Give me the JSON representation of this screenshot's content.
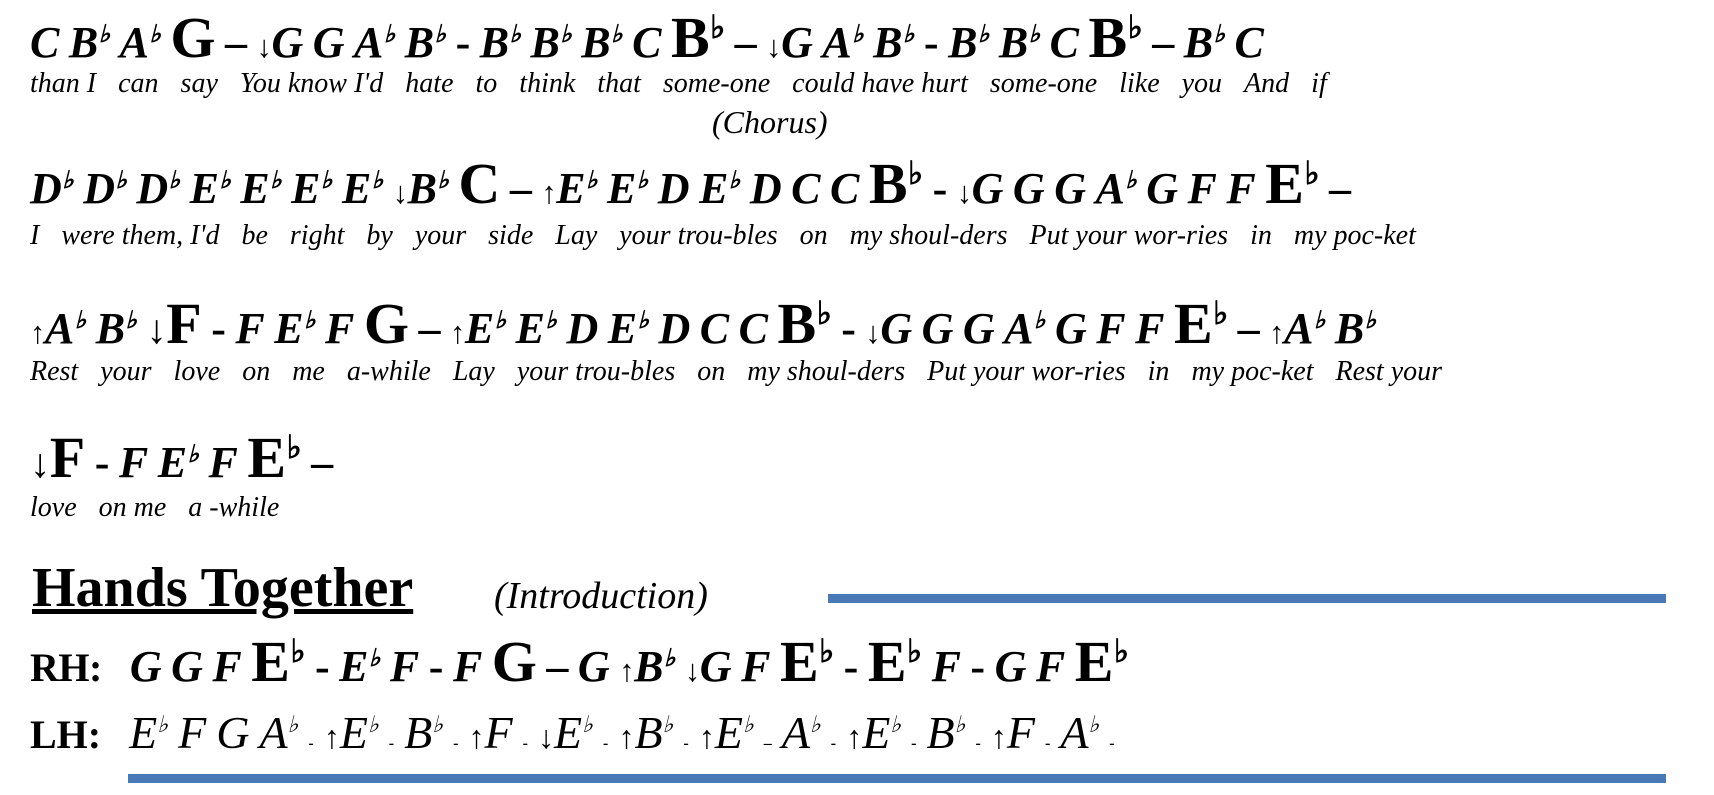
{
  "rows": [
    {
      "notes": [
        "C",
        "B♭",
        "A♭",
        "G",
        "–",
        "↓G",
        "G",
        "A♭",
        "B♭",
        "-",
        "B♭",
        "B♭",
        "B♭",
        "C",
        "B♭",
        "–",
        "↓G",
        "A♭",
        "B♭",
        "-",
        "B♭",
        "B♭",
        "C",
        "B♭",
        "–",
        "B♭",
        "C"
      ],
      "lyrics": [
        "than I",
        "can",
        "say",
        "You know I'd",
        "hate",
        "to",
        "think",
        "that",
        "some-one",
        "could have hurt",
        "some-one",
        "like",
        "you",
        "And",
        "if"
      ]
    },
    {
      "notes": [
        "D♭",
        "D♭",
        "D♭",
        "E♭",
        "E♭",
        "E♭",
        "E♭",
        "↓B♭",
        "C",
        "–",
        "↑E♭",
        "E♭",
        "D",
        "E♭",
        "D",
        "C",
        "C",
        "B♭",
        "-",
        "↓G",
        "G",
        "G",
        "A♭",
        "G",
        "F",
        "F",
        "E♭",
        "–"
      ],
      "lyrics": [
        "I",
        "were them, I'd",
        "be",
        "right",
        "by",
        "your",
        "side",
        "Lay",
        "your trou-bles",
        "on",
        "my shoul-ders",
        "Put your wor-ries",
        "in",
        "my poc-ket"
      ]
    },
    {
      "notes": [
        "↑A♭",
        "B♭",
        "↓F",
        "-",
        "F",
        "E♭",
        "F",
        "G",
        "–",
        "↑E♭",
        "E♭",
        "D",
        "E♭",
        "D",
        "C",
        "C",
        "B♭",
        "-",
        "↓G",
        "G",
        "G",
        "A♭",
        "G",
        "F",
        "F",
        "E♭",
        "–",
        "↑A♭",
        "B♭"
      ],
      "lyrics": [
        "Rest",
        "your",
        "love",
        "on",
        "me",
        "a-while",
        "Lay",
        "your trou-bles",
        "on",
        "my shoul-ders",
        "Put your wor-ries",
        "in",
        "my poc-ket",
        "Rest your"
      ]
    },
    {
      "notes": [
        "↓F",
        "-",
        "F",
        "E♭",
        "F",
        "E♭",
        "–"
      ],
      "lyrics": [
        "love",
        "on me",
        "a -while"
      ]
    }
  ],
  "chorus_label": "(Chorus)",
  "hands": {
    "title": "Hands Together",
    "subtitle": "(Introduction)",
    "rh_label": "RH:",
    "rh_notes": [
      "G",
      "G",
      "F",
      "E♭",
      "-",
      "E♭",
      "F",
      "-",
      "F",
      "G",
      "–",
      "G",
      "↑B♭",
      "↓G",
      "F",
      "E♭",
      "-",
      "E♭",
      "F",
      "-",
      "G",
      "F",
      "E♭"
    ],
    "lh_label": "LH:",
    "lh_notes": [
      "E♭",
      "F",
      "G",
      "A♭",
      "-",
      "↑E♭",
      "-",
      "B♭",
      "-",
      "↑F",
      "-",
      "↓E♭",
      "-",
      "↑B♭",
      "-",
      "↑E♭",
      "–",
      "A♭",
      "-",
      "↑E♭",
      "-",
      "B♭",
      "-",
      "↑F",
      "-",
      "A♭",
      "-"
    ]
  },
  "colors": {
    "rule": "#4a79b8"
  }
}
